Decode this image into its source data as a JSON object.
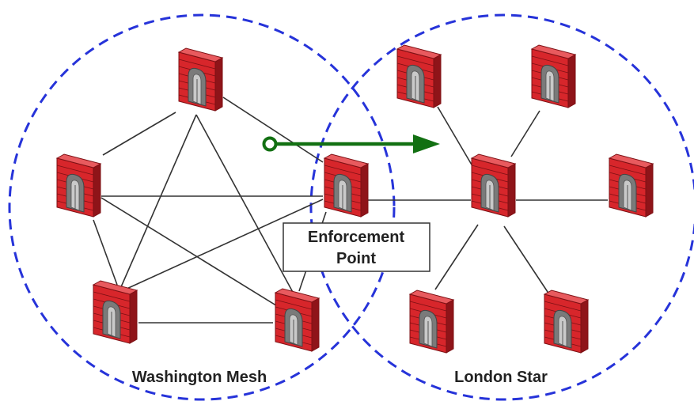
{
  "colors": {
    "region_border": "#2633d9",
    "link_line": "#333333",
    "arrow": "#127012",
    "firewall_face": "#d7262b",
    "firewall_side": "#8f1419",
    "firewall_brick": "#7d1014",
    "callout_border": "#333333",
    "label_text": "#222222"
  },
  "regions": {
    "washington": {
      "label": "Washington Mesh",
      "topology": "mesh",
      "nodes": [
        {
          "id": "w-top"
        },
        {
          "id": "w-left"
        },
        {
          "id": "w-right"
        },
        {
          "id": "w-bottom-left"
        },
        {
          "id": "w-bottom-right"
        }
      ]
    },
    "london": {
      "label": "London Star",
      "topology": "star",
      "nodes": [
        {
          "id": "l-hub"
        },
        {
          "id": "l-top-left"
        },
        {
          "id": "l-top-right"
        },
        {
          "id": "l-right"
        },
        {
          "id": "l-bottom-left"
        },
        {
          "id": "l-bottom-right"
        }
      ]
    }
  },
  "callout": {
    "line1": "Enforcement",
    "line2": "Point"
  },
  "arrow": {
    "icon": "policy-flow-arrow"
  }
}
